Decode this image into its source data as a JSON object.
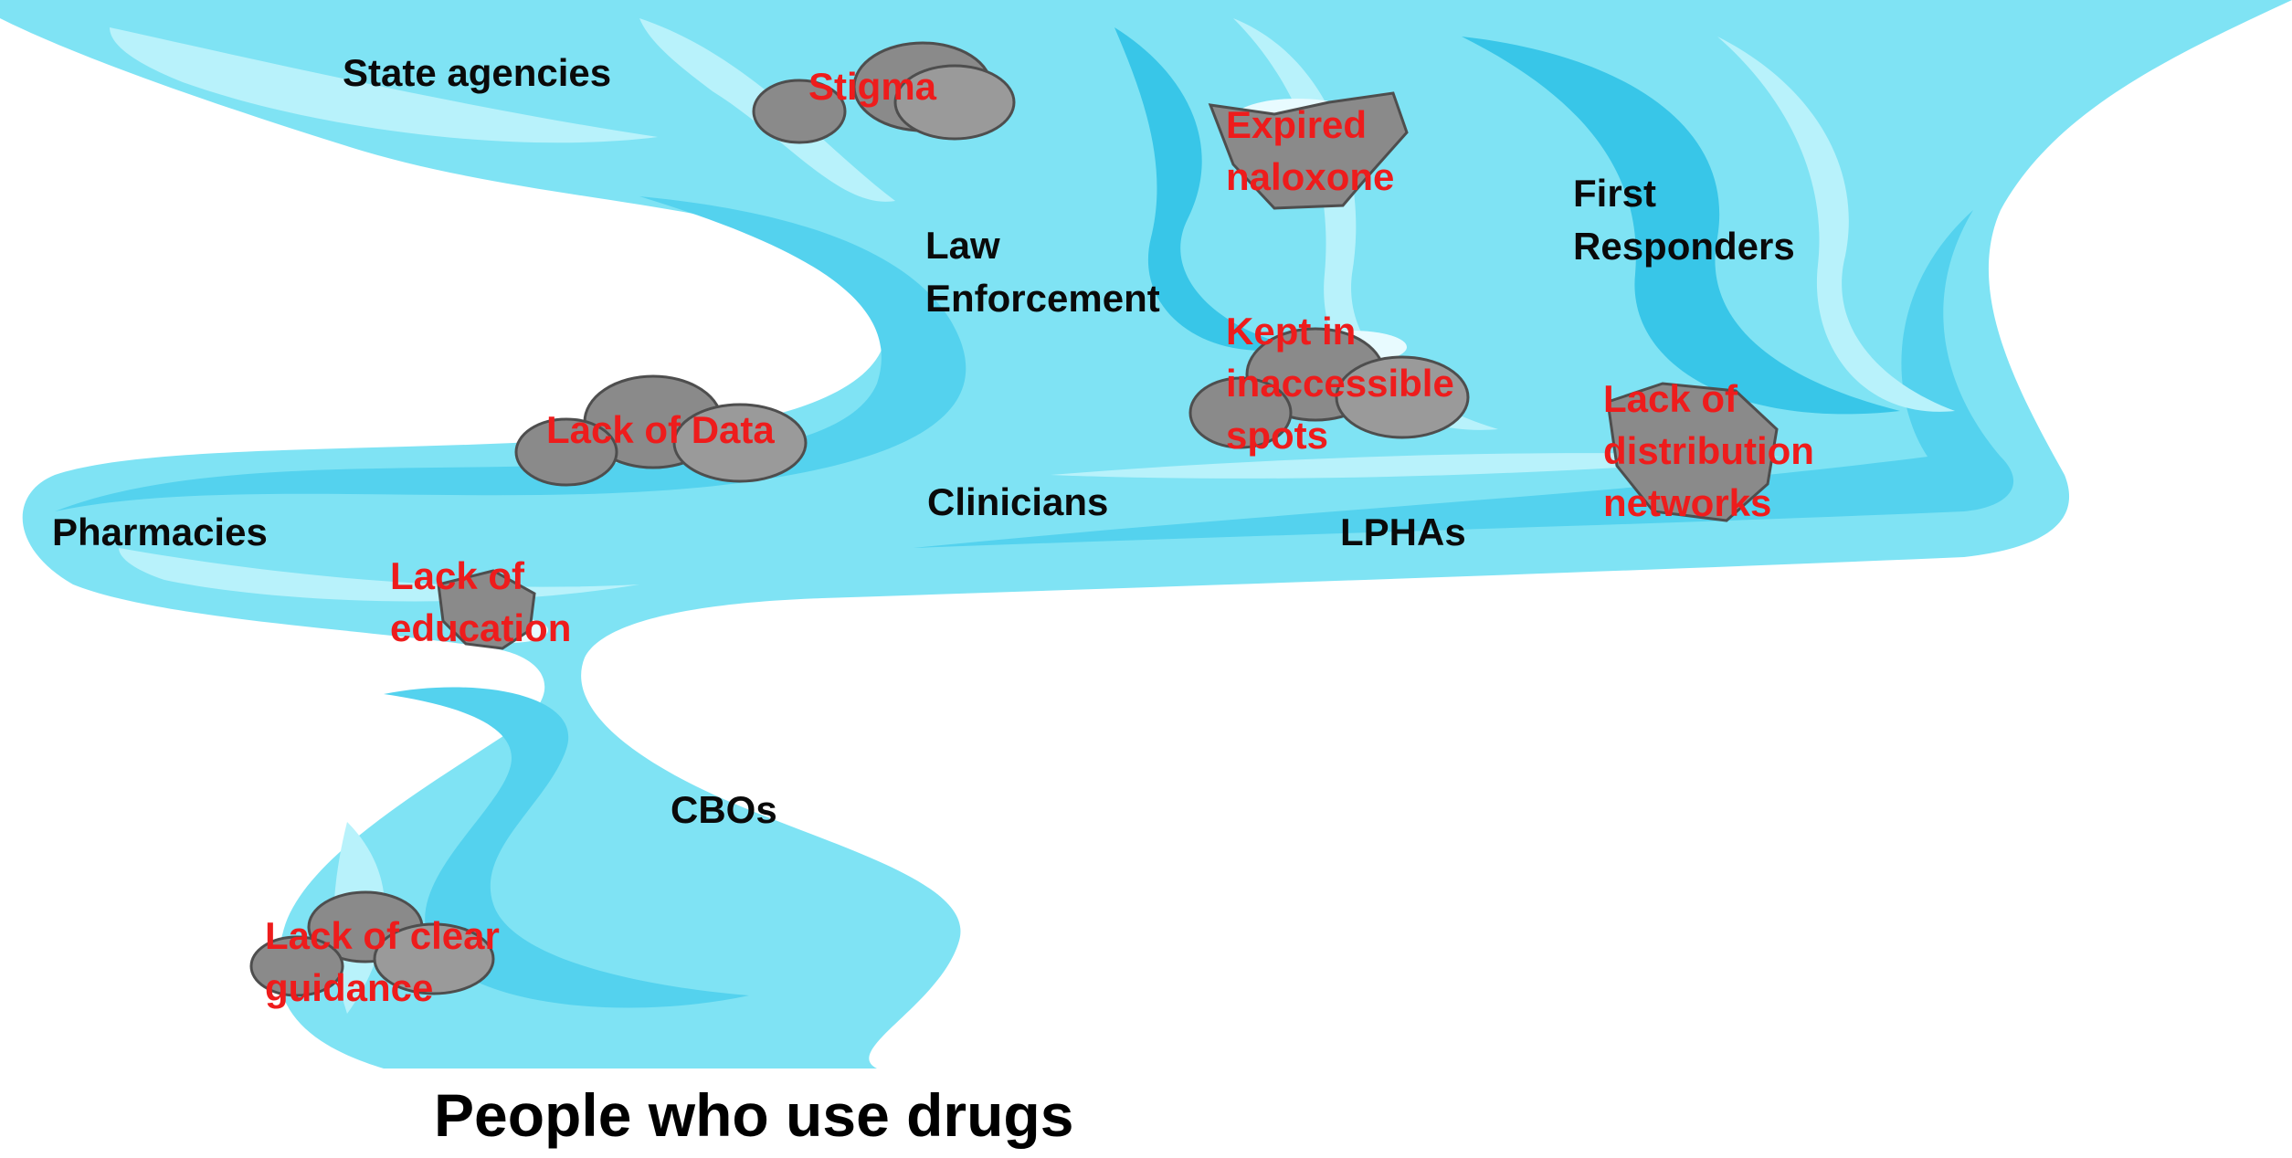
{
  "colors": {
    "river_base": "#7fe3f4",
    "river_mid": "#54d2ee",
    "river_deep": "#38c6e8",
    "river_light": "#b8f2fb",
    "river_foam": "#e8fbff",
    "rock_fill": "#8a8a8a",
    "rock_dark": "#5e5e5e",
    "rock_light": "#a9a9a9",
    "stakeholder_text": "#0a0a0a",
    "barrier_text": "#ee1c1c"
  },
  "stakeholders": {
    "state_agencies": "State agencies",
    "law_enforcement": [
      "Law",
      "Enforcement"
    ],
    "first_responders": [
      "First",
      "Responders"
    ],
    "pharmacies": "Pharmacies",
    "clinicians": "Clinicians",
    "lphas": "LPHAs",
    "cbos": "CBOs"
  },
  "barriers": {
    "stigma": "Stigma",
    "expired_naloxone": [
      "Expired",
      "naloxone"
    ],
    "kept_inaccessible": [
      "Kept in",
      "inaccessible",
      "spots"
    ],
    "lack_of_data": "Lack of Data",
    "lack_of_distribution": [
      "Lack of",
      "distribution",
      "networks"
    ],
    "lack_of_education": [
      "Lack of",
      "education"
    ],
    "lack_of_guidance": [
      "Lack of clear",
      "guidance"
    ]
  },
  "caption": "People who use drugs"
}
